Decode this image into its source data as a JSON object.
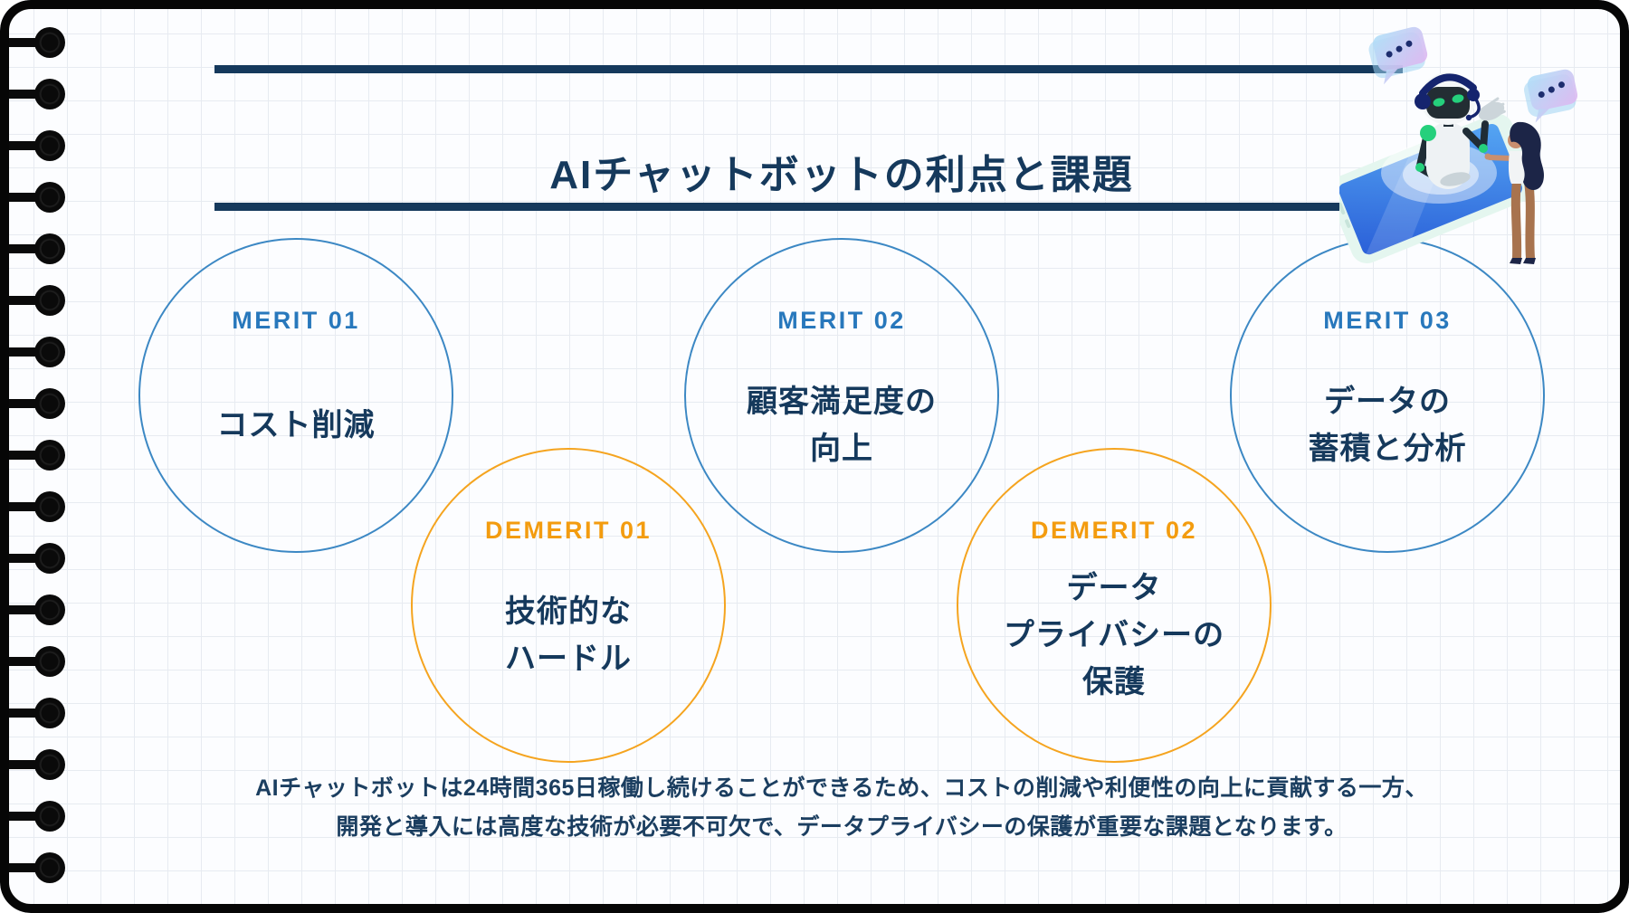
{
  "page": {
    "title": "AIチャットボットの利点と課題"
  },
  "colors": {
    "navy": "#15395c",
    "merit_blue": "#2878bc",
    "circle_blue": "#3c88c4",
    "demerit_orange": "#f39c0f",
    "circle_orange": "#f5a41f",
    "paper": "#fcfdff",
    "grid_line": "#e7ebf1",
    "binding_black": "#0a0a0a"
  },
  "circles": [
    {
      "id": "merit-01",
      "type": "merit",
      "label": "MERIT 01",
      "line1": "コスト削減"
    },
    {
      "id": "merit-02",
      "type": "merit",
      "label": "MERIT 02",
      "line1": "顧客満足度の",
      "line2": "向上"
    },
    {
      "id": "merit-03",
      "type": "merit",
      "label": "MERIT 03",
      "line1": "データの",
      "line2": "蓄積と分析"
    },
    {
      "id": "demerit-01",
      "type": "demerit",
      "label": "DEMERIT 01",
      "line1": "技術的な",
      "line2": "ハードル"
    },
    {
      "id": "demerit-02",
      "type": "demerit",
      "label": "DEMERIT 02",
      "line1": "データ",
      "line2": "プライバシーの",
      "line3": "保護"
    }
  ],
  "caption": {
    "line1": "AIチャットボットは24時間365日稼働し続けることができるため、コストの削減や利便性の向上に貢献する一方、",
    "line2": "開発と導入には高度な技術が必要不可欠で、データプライバシーの保護が重要な課題となります。"
  },
  "illustration": {
    "description": "robot chatbot rising from smartphone talking with woman, chat bubbles"
  }
}
